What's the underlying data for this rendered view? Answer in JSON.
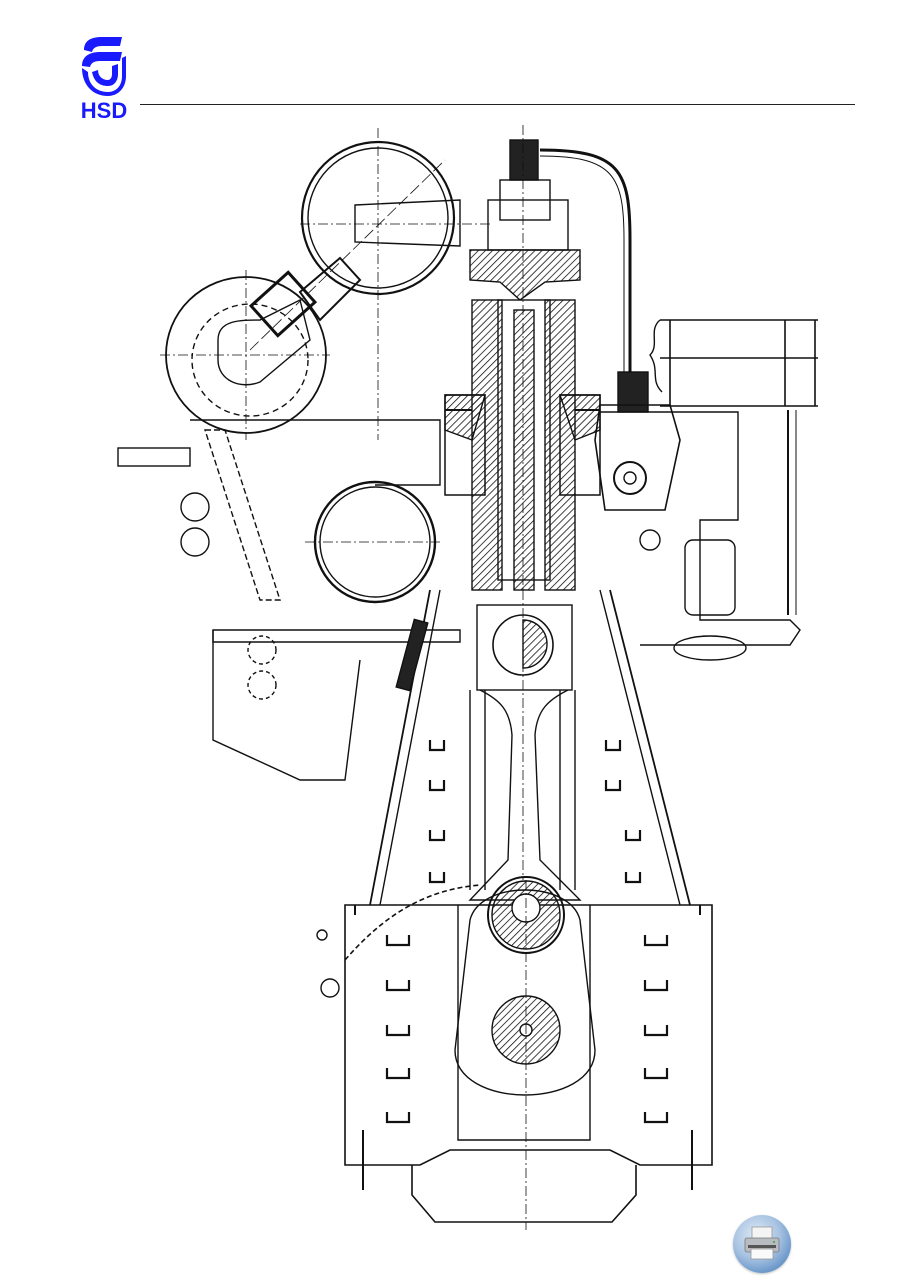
{
  "header": {
    "logo_text": "HSD",
    "logo_color": "#1a1aff",
    "logo_icon": "hsd-wave-logo-icon"
  },
  "drawing": {
    "description": "Engine cross-section technical drawing",
    "icon": "engine-cross-section-drawing"
  },
  "toolbar": {
    "print_icon": "printer-icon",
    "print_button_colors": [
      "#dfeaf6",
      "#5f8fc6",
      "#3f6fa8"
    ]
  }
}
